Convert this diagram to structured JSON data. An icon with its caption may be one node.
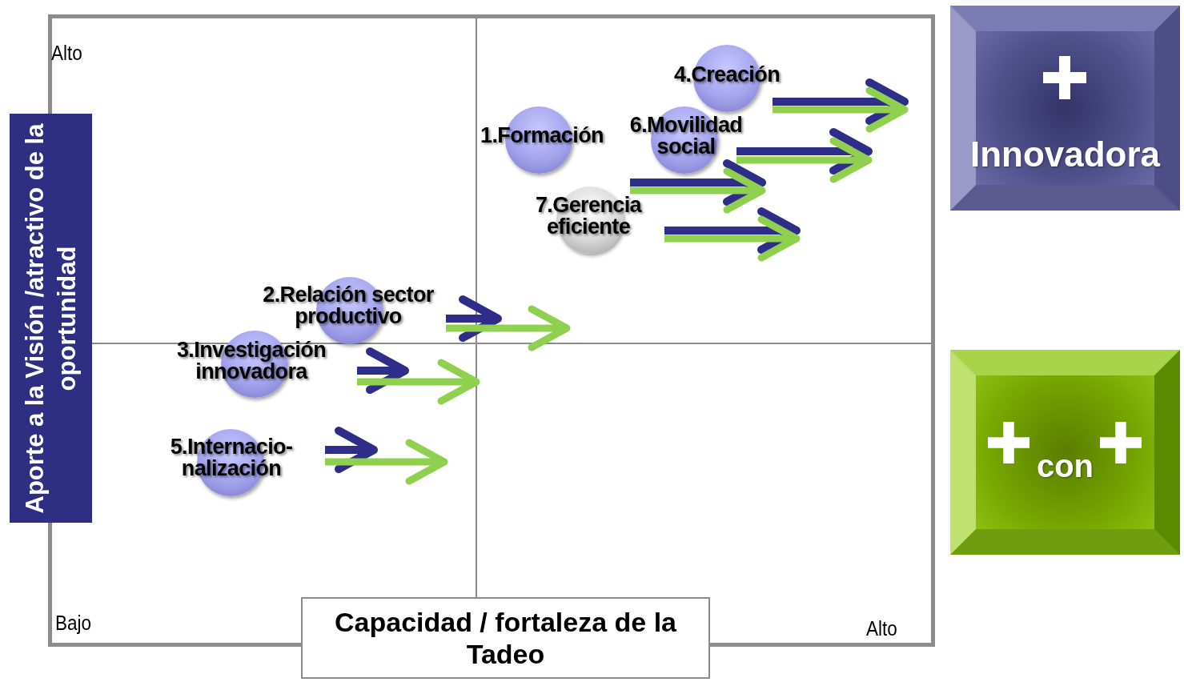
{
  "diagram": {
    "nodes": [
      {
        "text": [
          "Aporte a la Visión /atractivo de la oportunidad"
        ]
      },
      {
        "text": [
          "Capacidad / fortaleza de la Tadeo"
        ]
      },
      {
        "text": [
          "4.Creación"
        ]
      },
      {
        "text": [
          "1.Formación"
        ]
      },
      {
        "text": [
          "6.Movilidad social"
        ]
      },
      {
        "text": [
          "7.Gerencia eficiente"
        ]
      },
      {
        "text": [
          "2.Relación sector productivo"
        ]
      },
      {
        "text": [
          "3.Investigación innovadora"
        ]
      },
      {
        "text": [
          "5.Internacio- nalización"
        ]
      },
      {
        "text": [
          "Innovadora"
        ]
      },
      {
        "text": [
          "con"
        ]
      }
    ],
    "labels": [
      "Alto",
      "Bajo",
      "Alto"
    ]
  }
}
